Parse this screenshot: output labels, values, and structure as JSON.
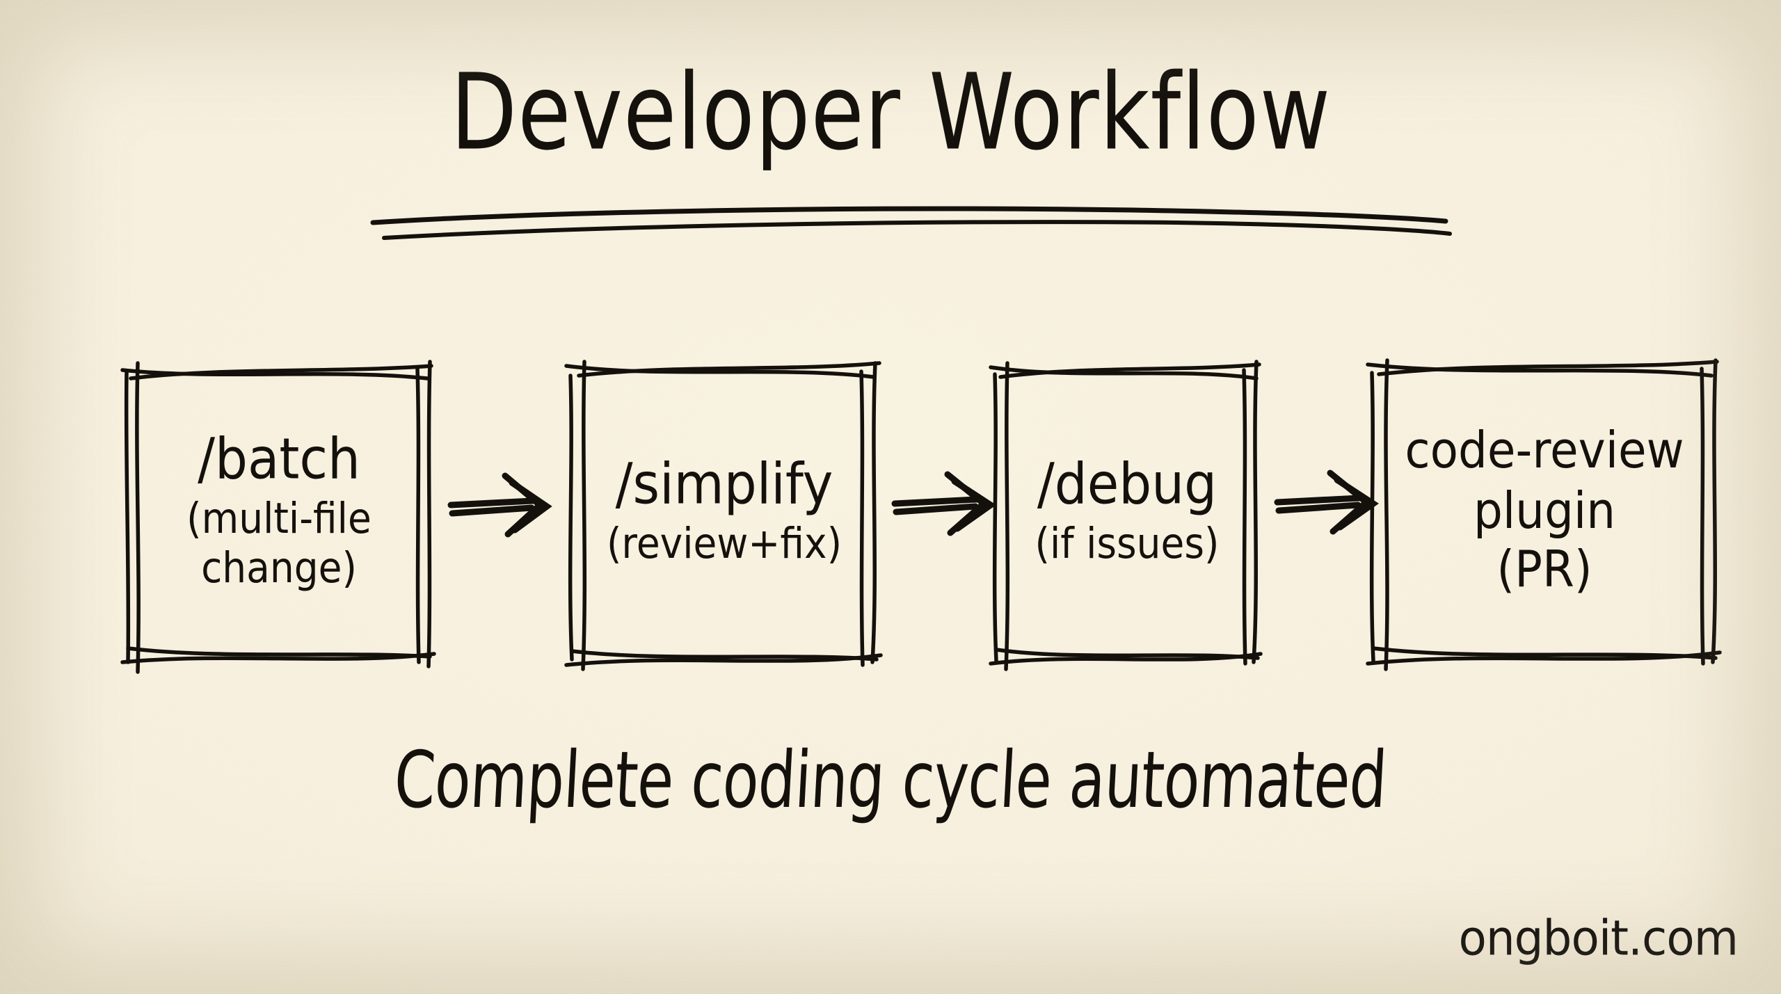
{
  "page": {
    "title": "Developer Workflow",
    "caption": "Complete coding cycle automated",
    "watermark": "ongboit.com",
    "background_color": "#f7f0dc",
    "ink_color": "#14110d",
    "style": "hand-drawn marker sketch on cream paper"
  },
  "diagram": {
    "type": "flowchart",
    "direction": "left-to-right",
    "nodes": [
      {
        "id": "batch",
        "main": "/batch",
        "sub": [
          "(multi-file",
          "change)"
        ]
      },
      {
        "id": "simplify",
        "main": "/simplify",
        "sub": [
          "(review+fix)"
        ]
      },
      {
        "id": "debug",
        "main": "/debug",
        "sub": [
          "(if issues)"
        ]
      },
      {
        "id": "code-review-plugin",
        "main": "code-review",
        "sub": [
          "plugin",
          "(PR)"
        ]
      }
    ],
    "connectors": [
      {
        "from": "batch",
        "to": "simplify",
        "glyph": "arrow-right"
      },
      {
        "from": "simplify",
        "to": "debug",
        "glyph": "arrow-right"
      },
      {
        "from": "debug",
        "to": "code-review-plugin",
        "glyph": "arrow-right"
      }
    ]
  }
}
